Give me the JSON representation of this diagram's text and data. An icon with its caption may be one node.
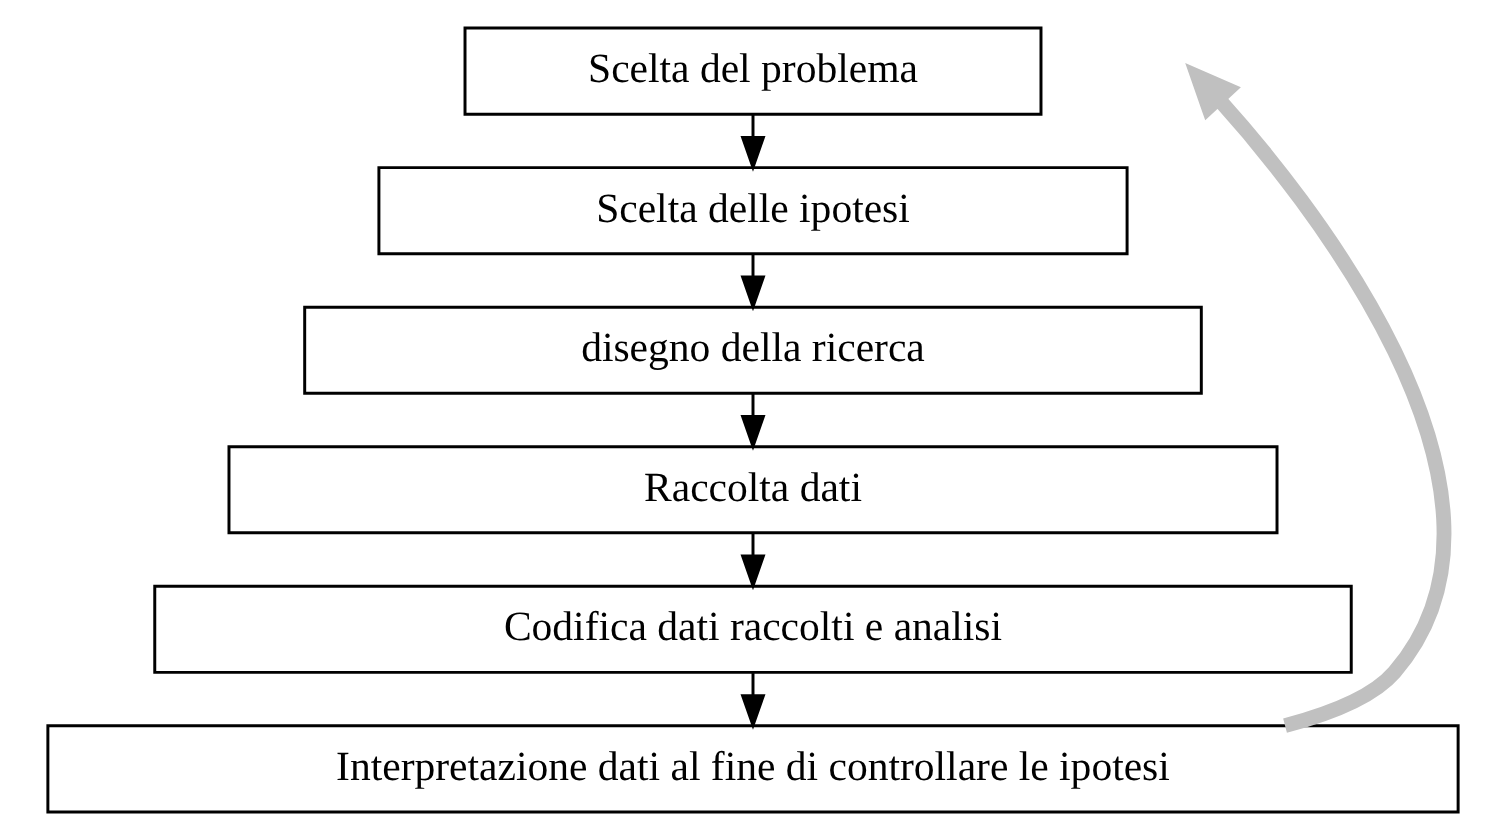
{
  "diagram": {
    "nodes": [
      {
        "text": [
          "Scelta del problema"
        ]
      },
      {
        "text": [
          "Scelta delle ipotesi"
        ]
      },
      {
        "text": [
          "disegno della ricerca"
        ]
      },
      {
        "text": [
          "Raccolta dati"
        ]
      },
      {
        "text": [
          "Codifica dati raccolti e analisi"
        ]
      },
      {
        "text": [
          "Interpretazione dati al fine di controllare le ipotesi"
        ]
      }
    ],
    "edges": [
      {
        "from": 0,
        "to": 1,
        "arrow": "to"
      },
      {
        "from": 1,
        "to": 2,
        "arrow": "to"
      },
      {
        "from": 2,
        "to": 3,
        "arrow": "to"
      },
      {
        "from": 3,
        "to": 4,
        "arrow": "to"
      },
      {
        "from": 4,
        "to": 5,
        "arrow": "to"
      },
      {
        "from": 5,
        "to": null,
        "arrow": "to",
        "style": "thick",
        "color": "#c0c0c0"
      }
    ]
  }
}
